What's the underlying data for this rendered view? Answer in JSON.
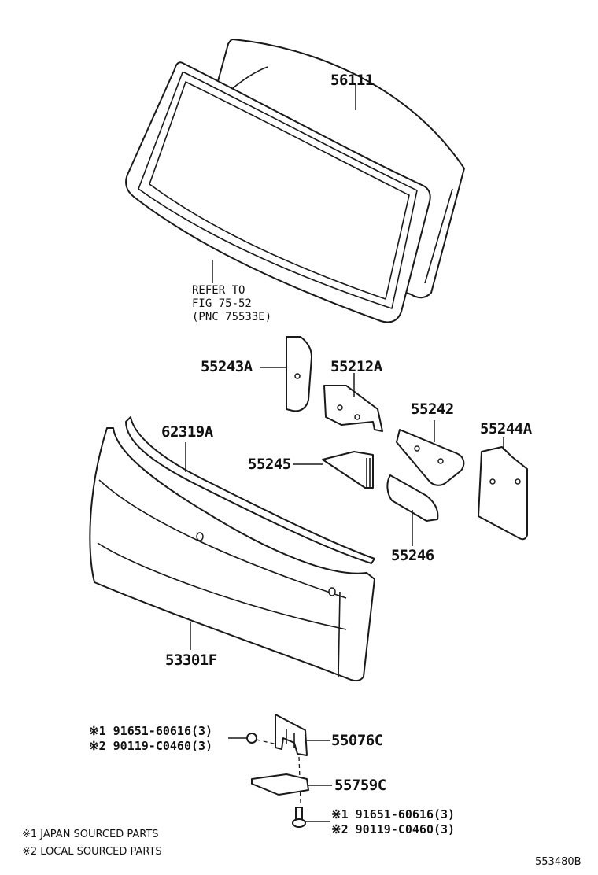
{
  "callouts": {
    "c56111": "56111",
    "c55243a": "55243A",
    "c55212a": "55212A",
    "c55242": "55242",
    "c55244a": "55244A",
    "c62319a": "62319A",
    "c55245": "55245",
    "c55246": "55246",
    "c53301f": "53301F",
    "c55076c": "55076C",
    "c55759c": "55759C"
  },
  "refer": {
    "line1": "REFER TO",
    "line2": "FIG 75-52",
    "line3": "(PNC 75533E)"
  },
  "fasteners": {
    "upper": {
      "line1": "※1 91651-60616(3)",
      "line2": "※2 90119-C0460(3)"
    },
    "lower": {
      "line1": "※1 91651-60616(3)",
      "line2": "※2 90119-C0460(3)"
    }
  },
  "notes": {
    "n1": "※1 JAPAN SOURCED PARTS",
    "n2": "※2 LOCAL SOURCED PARTS"
  },
  "diagram_code": "553480B"
}
